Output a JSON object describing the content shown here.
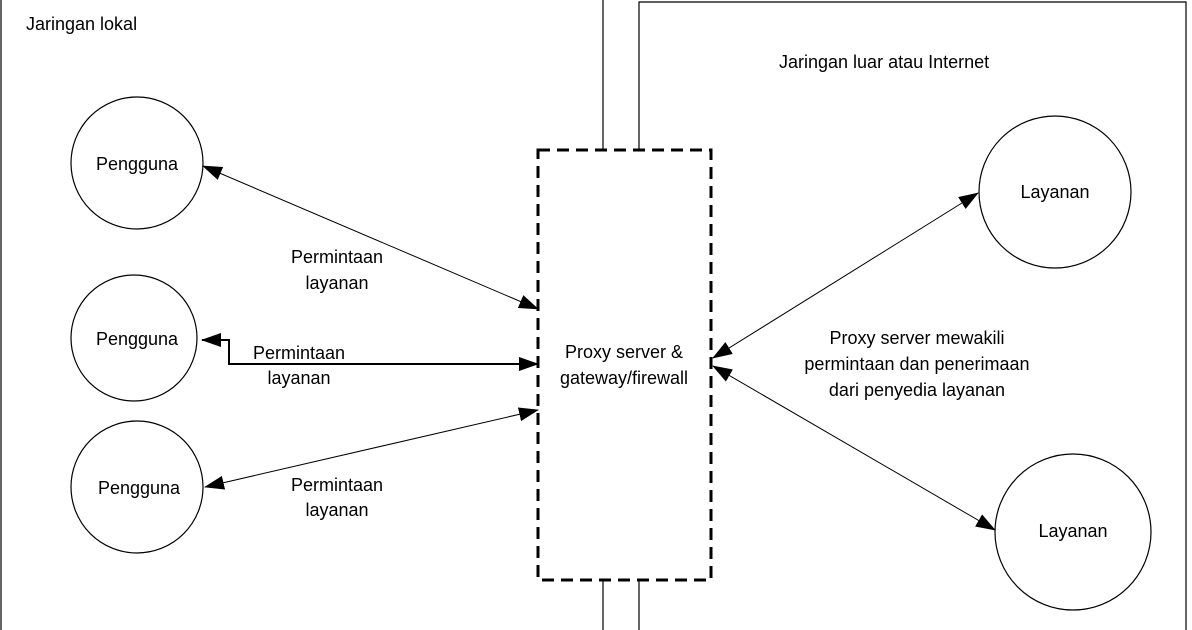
{
  "regions": {
    "local": "Jaringan lokal",
    "external": "Jaringan luar atau Internet"
  },
  "proxy": {
    "line1": "Proxy server &",
    "line2": "gateway/firewall"
  },
  "users": [
    {
      "label": "Pengguna"
    },
    {
      "label": "Pengguna"
    },
    {
      "label": "Pengguna"
    }
  ],
  "services": [
    {
      "label": "Layanan"
    },
    {
      "label": "Layanan"
    }
  ],
  "requests": [
    {
      "line1": "Permintaan",
      "line2": "layanan"
    },
    {
      "line1": "Permintaan",
      "line2": "layanan"
    },
    {
      "line1": "Permintaan",
      "line2": "layanan"
    }
  ],
  "proxy_note": {
    "line1": "Proxy server mewakili",
    "line2": "permintaan dan penerimaan",
    "line3": "dari penyedia layanan"
  }
}
